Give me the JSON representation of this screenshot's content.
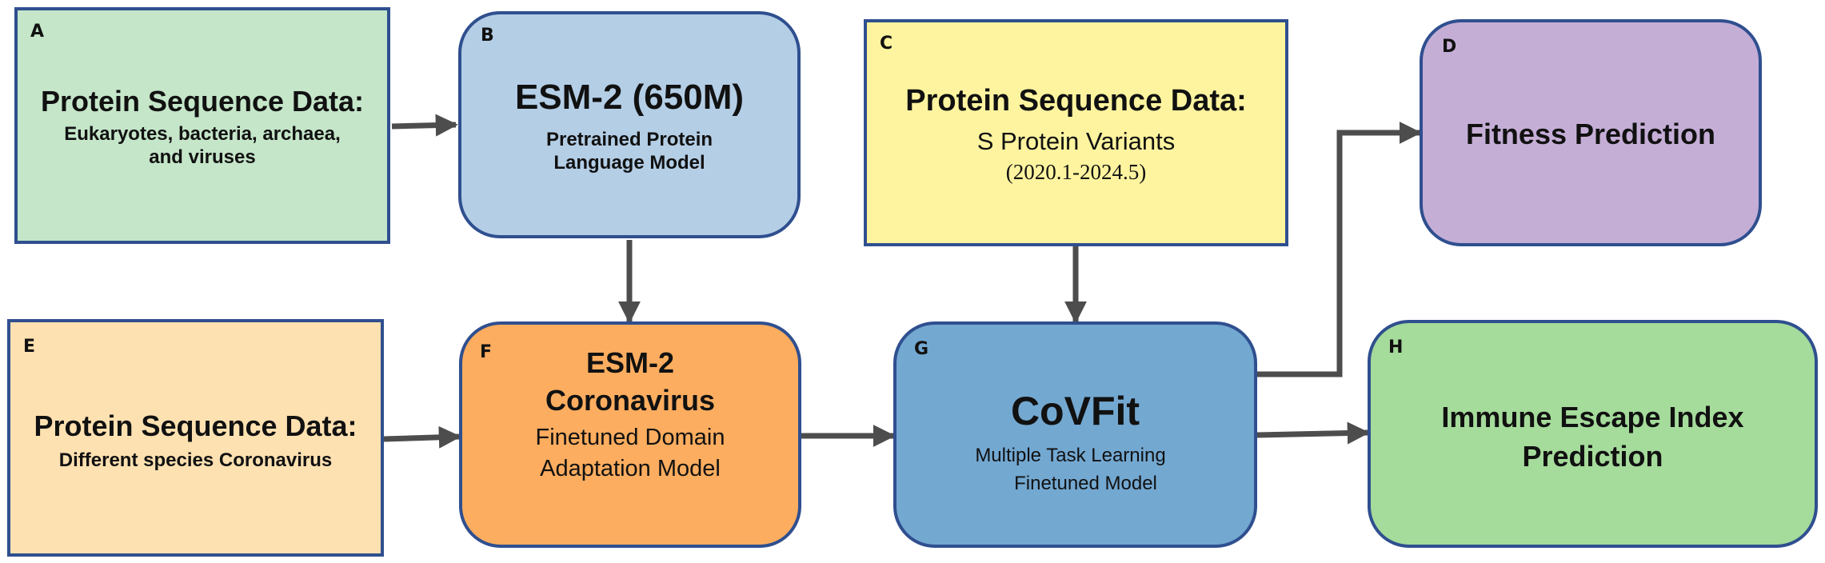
{
  "colors": {
    "border": "#2f4f8f",
    "arrow": "#4d4d4d",
    "box_a": "#c5e6c9",
    "box_b": "#b4cee6",
    "box_c": "#fef49f",
    "box_d": "#c5aed6",
    "box_e": "#fee1b1",
    "box_f": "#fcad5f",
    "box_g": "#73a8d1",
    "box_h": "#a5db9b"
  },
  "boxes": {
    "a": {
      "letter": "A",
      "title": "Protein Sequence Data:",
      "line1": "Eukaryotes, bacteria, archaea,",
      "line2": "and viruses"
    },
    "b": {
      "letter": "B",
      "title": "ESM-2 (650M)",
      "line1": "Pretrained Protein",
      "line2": "Language Model"
    },
    "c": {
      "letter": "C",
      "title": "Protein Sequence Data:",
      "line1": "S Protein Variants",
      "line2": "(2020.1-2024.5)"
    },
    "d": {
      "letter": "D",
      "title": "Fitness Prediction"
    },
    "e": {
      "letter": "E",
      "title": "Protein Sequence Data:",
      "line1": "Different species Coronavirus"
    },
    "f": {
      "letter": "F",
      "title1": "ESM-2",
      "title2": "Coronavirus",
      "line1": "Finetuned Domain",
      "line2": "Adaptation Model"
    },
    "g": {
      "letter": "G",
      "title": "CoVFit",
      "line1": "Multiple Task Learning",
      "line2": "Finetuned Model"
    },
    "h": {
      "letter": "H",
      "title1": "Immune Escape Index",
      "title2": "Prediction"
    }
  }
}
